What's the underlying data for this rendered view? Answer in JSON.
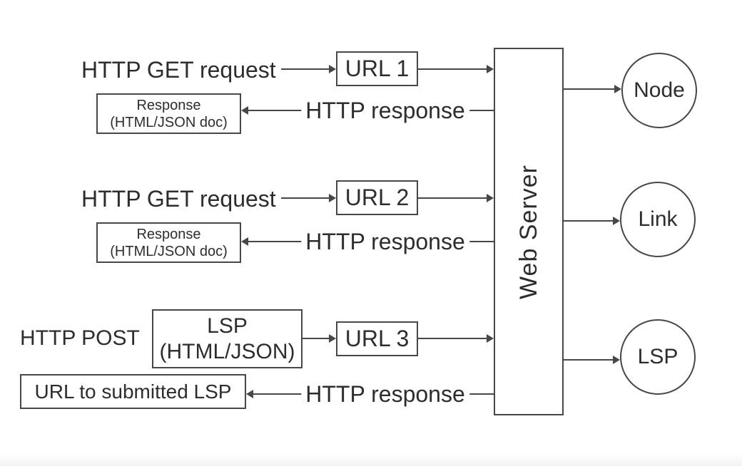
{
  "colors": {
    "background": "#ffffff",
    "text": "#2d2d2d",
    "line": "#474747"
  },
  "flows": {
    "get1": {
      "request_label": "HTTP GET request",
      "url_box_label": "URL 1",
      "response_box": {
        "line1": "Response",
        "line2": "(HTML/JSON doc)"
      },
      "response_label": "HTTP response"
    },
    "get2": {
      "request_label": "HTTP GET request",
      "url_box_label": "URL 2",
      "response_box": {
        "line1": "Response",
        "line2": "(HTML/JSON doc)"
      },
      "response_label": "HTTP response"
    },
    "post": {
      "request_label": "HTTP POST",
      "payload_box": {
        "line1": "LSP",
        "line2": "(HTML/JSON)"
      },
      "url_box_label": "URL 3",
      "result_box_label": "URL to submitted LSP",
      "response_label": "HTTP response"
    }
  },
  "server": {
    "label": "Web Server"
  },
  "resources": [
    {
      "label": "Node"
    },
    {
      "label": "Link"
    },
    {
      "label": "LSP"
    }
  ]
}
